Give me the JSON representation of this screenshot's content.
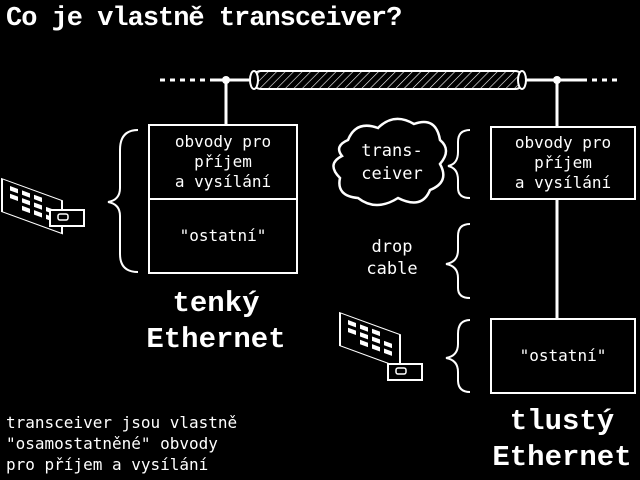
{
  "title": "Co je vlastně transceiver?",
  "left": {
    "top_box": "obvody pro\npříjem\na vysílání",
    "bottom_box": "\"ostatní\"",
    "label_line1": "tenký",
    "label_line2": "Ethernet"
  },
  "right": {
    "top_box": "obvody pro\npříjem\na vysílání",
    "bottom_box": "\"ostatní\"",
    "label_line1": "tlustý",
    "label_line2": "Ethernet"
  },
  "cloud_text": "trans-\nceiver",
  "drop_cable": "drop\ncable",
  "note": "transceiver jsou vlastně\n\"osamostatněné\" obvody\npro příjem a vysílání",
  "colors": {
    "background": "#000000",
    "foreground": "#ffffff",
    "cable": "#e0e0e0"
  }
}
